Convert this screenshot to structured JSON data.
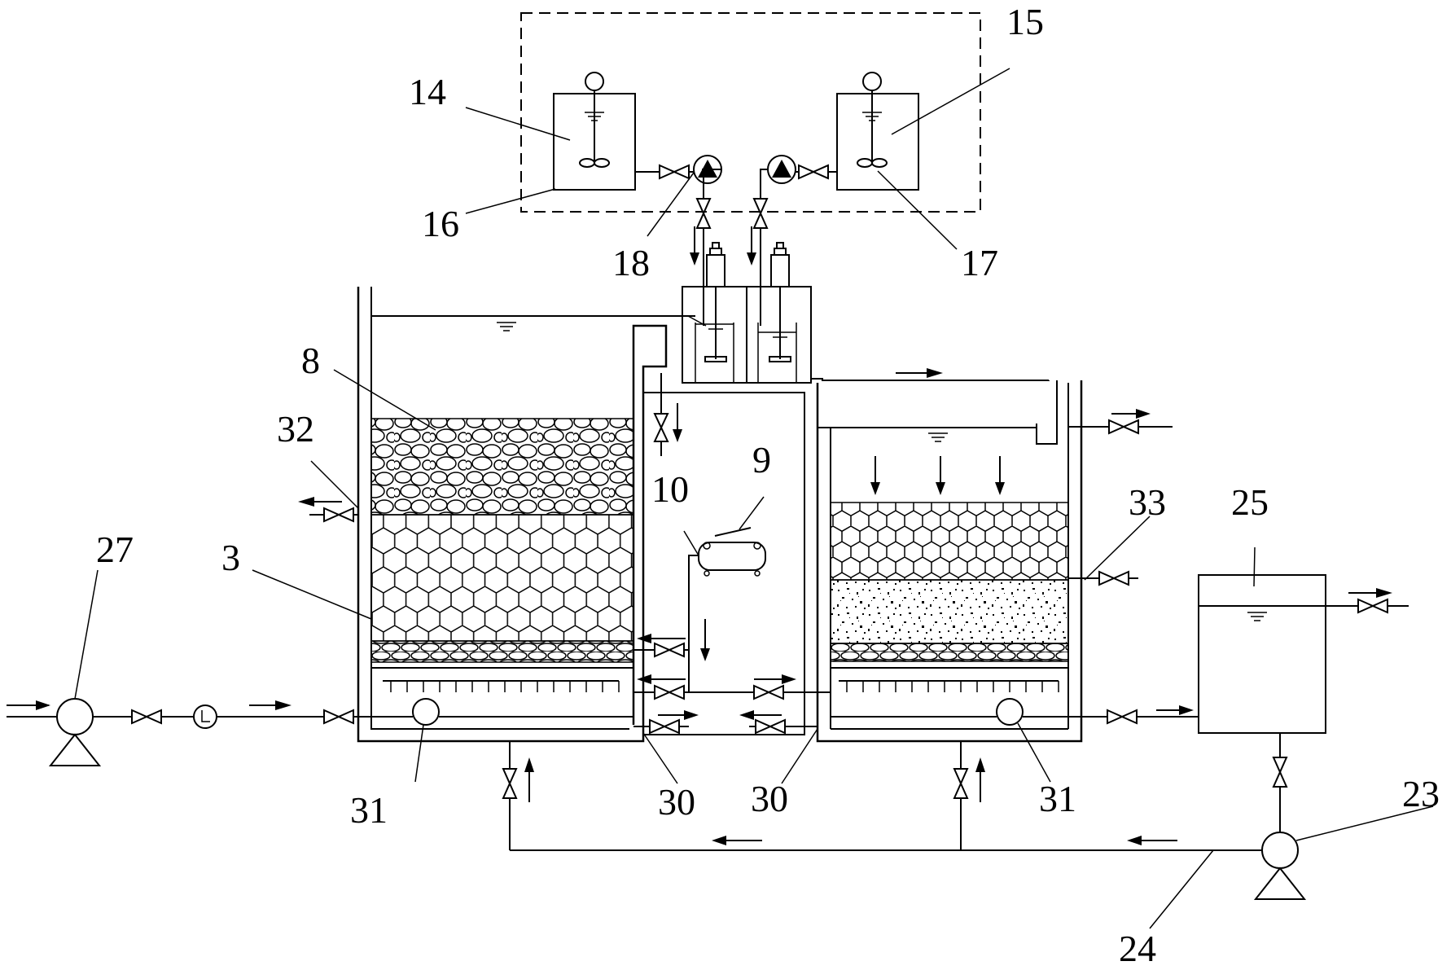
{
  "labels": {
    "l3": "3",
    "l8": "8",
    "l9": "9",
    "l10": "10",
    "l14": "14",
    "l15": "15",
    "l16": "16",
    "l17": "17",
    "l18": "18",
    "l23": "23",
    "l24": "24",
    "l25": "25",
    "l27": "27",
    "l30a": "30",
    "l30b": "30",
    "l31a": "31",
    "l31b": "31",
    "l32": "32",
    "l33": "33"
  },
  "colors": {
    "line": "#000000",
    "background": "#ffffff"
  }
}
